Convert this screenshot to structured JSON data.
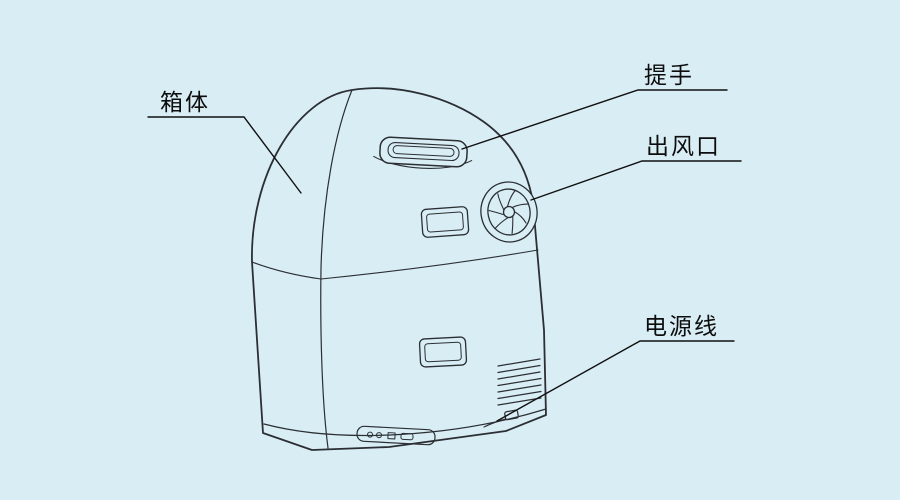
{
  "colors": {
    "background": "#d9edf5",
    "ink": "#2b2f33",
    "label_text": "#0d0d0d",
    "leader_line": "#101010"
  },
  "diagram": {
    "type": "product-callout-line-drawing",
    "labels": {
      "cabinet_body": "箱体",
      "handle": "提手",
      "air_outlet": "出风口",
      "power_cord": "电源线"
    }
  }
}
